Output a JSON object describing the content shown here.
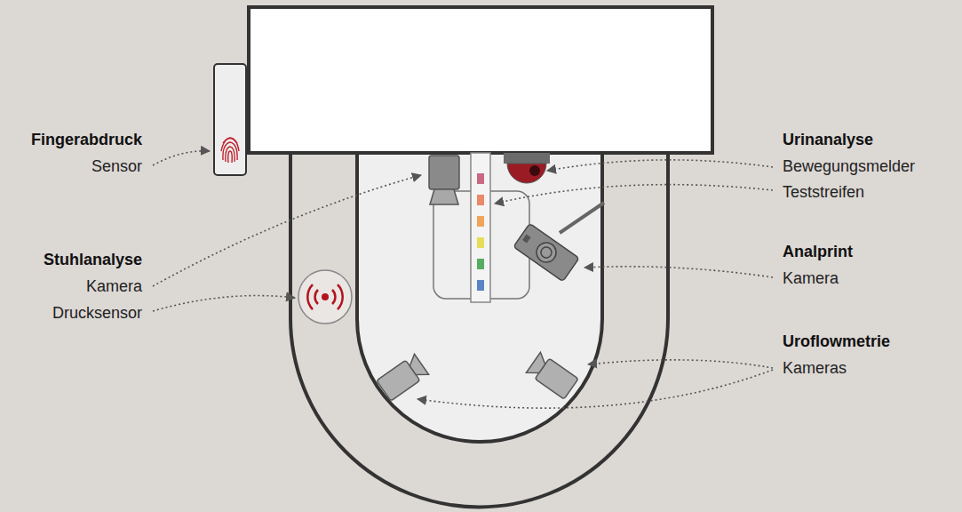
{
  "diagram": {
    "labels": [
      "Fingerabdruck",
      "Sensor",
      "Stuhlanalyse",
      "Kamera",
      "Drucksensor",
      "Urinanalyse",
      "Bewegungsmelder",
      "Teststreifen",
      "Analprint",
      "Kamera",
      "Uroflowmetrie",
      "Kameras"
    ]
  }
}
